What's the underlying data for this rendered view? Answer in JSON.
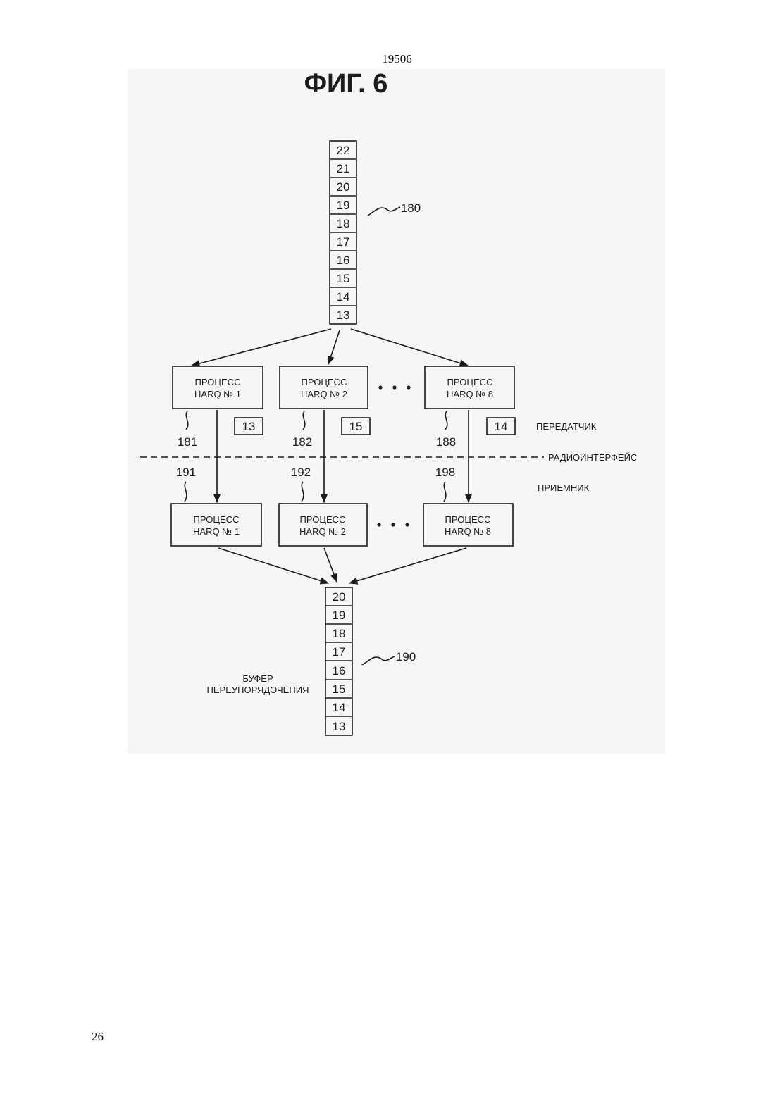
{
  "doc_number": "19506",
  "page_number": "26",
  "figure": {
    "title": "ФИГ. 6",
    "tx_queue": {
      "ref": "180",
      "cells": [
        "22",
        "21",
        "20",
        "19",
        "18",
        "17",
        "16",
        "15",
        "14",
        "13"
      ]
    },
    "rx_queue": {
      "ref": "190",
      "cells": [
        "20",
        "19",
        "18",
        "17",
        "16",
        "15",
        "14",
        "13"
      ],
      "label_line1": "БУФЕР",
      "label_line2": "ПЕРЕУПОРЯДОЧЕНИЯ"
    },
    "tx_processes": [
      {
        "line1": "ПРОЦЕСС",
        "line2": "HARQ № 1",
        "ref": "181",
        "packet": "13"
      },
      {
        "line1": "ПРОЦЕСС",
        "line2": "HARQ № 2",
        "ref": "182",
        "packet": "15"
      },
      {
        "line1": "ПРОЦЕСС",
        "line2": "HARQ № 8",
        "ref": "188",
        "packet": "14"
      }
    ],
    "rx_processes": [
      {
        "line1": "ПРОЦЕСС",
        "line2": "HARQ № 1",
        "ref": "191"
      },
      {
        "line1": "ПРОЦЕСС",
        "line2": "HARQ № 2",
        "ref": "192"
      },
      {
        "line1": "ПРОЦЕСС",
        "line2": "HARQ № 8",
        "ref": "198"
      }
    ],
    "transmitter_label": "ПЕРЕДАТЧИК",
    "air_interface_label": "РАДИОИНТЕРФЕЙС",
    "receiver_label": "ПРИЕМНИК"
  }
}
